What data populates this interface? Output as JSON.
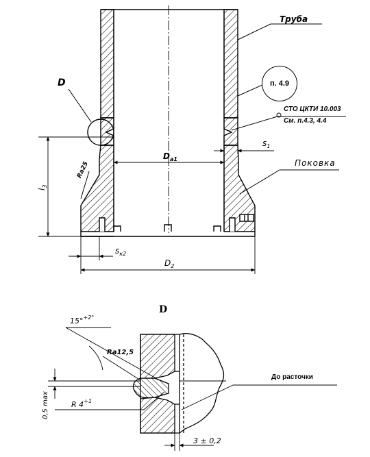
{
  "labels": {
    "pipe": "Труба",
    "detail_letter": "D",
    "section_ref": "п. 4.9",
    "standard_line1": "СТО ЦКТИ 10.003",
    "standard_line2": "См. п.4.3, 4.4",
    "forging": "Поковка",
    "s1_main": "s",
    "s1_sub": "1",
    "da_main": "D",
    "da_sub": "a1",
    "l3_main": "l",
    "l3_sub": "3",
    "ra25": "Ra25",
    "sk2_main": "s",
    "sk2_sub": "к2",
    "d2_main": "D",
    "d2_sub": "2",
    "detail_title": "D",
    "angle_main": "15°",
    "angle_tol": "+2°",
    "ra125": "Ra12,5",
    "r4_main": "R 4",
    "r4_tol": "+1",
    "max05": "0,5 max",
    "before_bore": "До расточки",
    "dim3": "3 ± 0,2"
  },
  "colors": {
    "line": "#000000",
    "background": "#ffffff"
  }
}
